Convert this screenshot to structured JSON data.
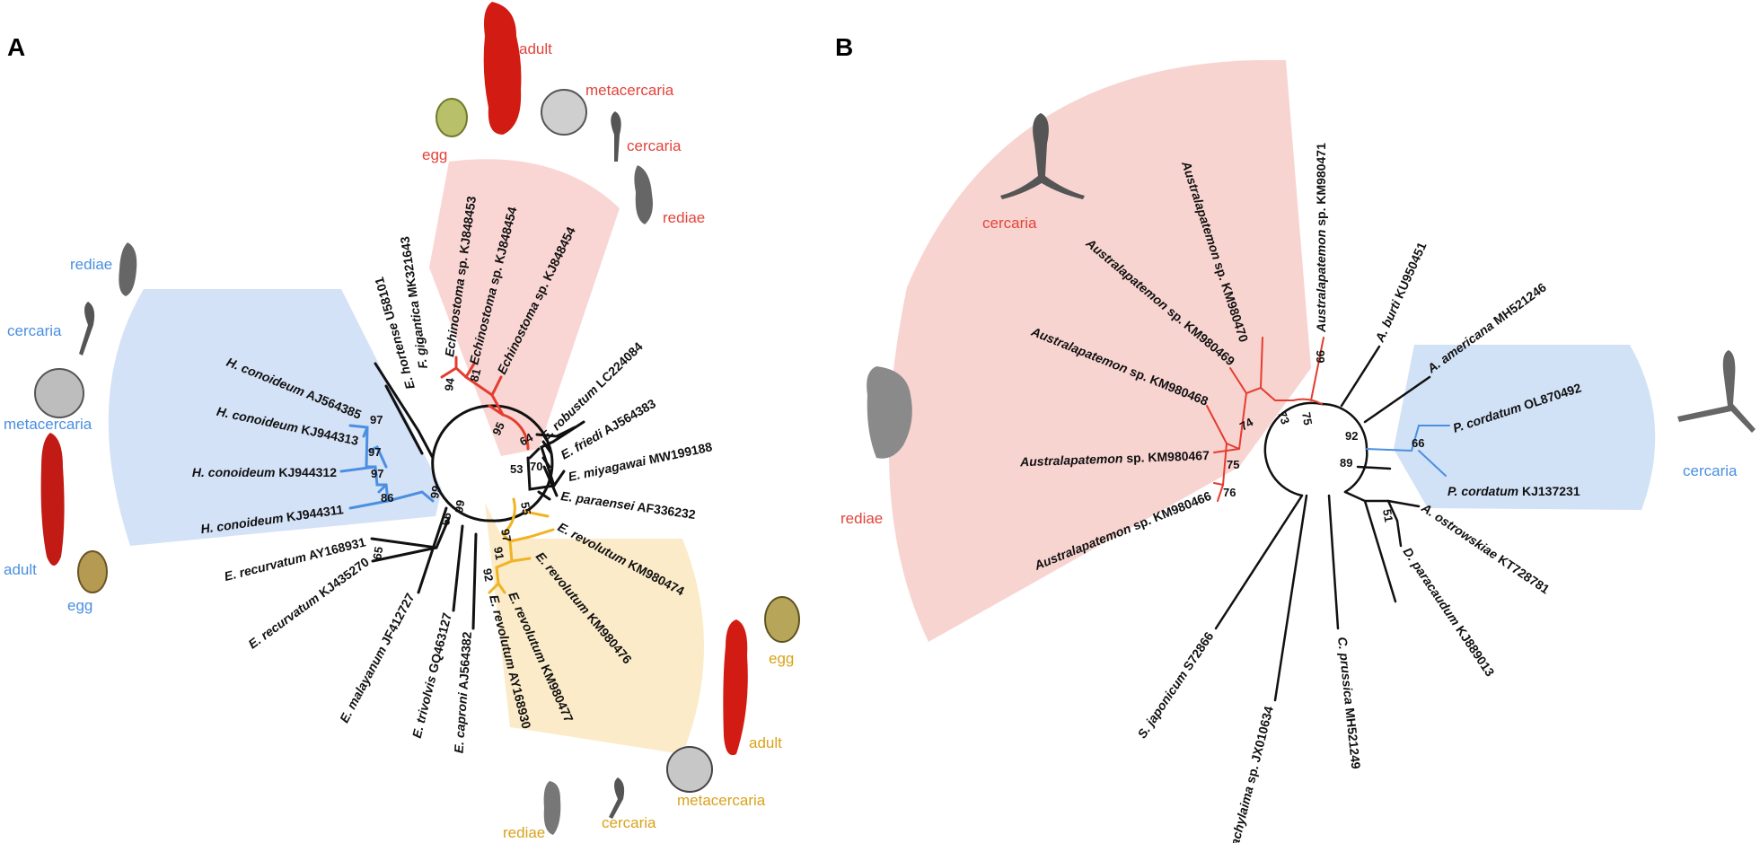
{
  "panels": {
    "a": "A",
    "b": "B"
  },
  "colors": {
    "red_clade": "#e53c2e",
    "red_fill": "#f8d2cf",
    "blue_clade": "#4a8fe0",
    "blue_fill": "#cfdff6",
    "yellow_clade": "#f0b323",
    "yellow_fill": "#fbe9c3",
    "stage_red": "#e2443b",
    "stage_blue": "#4a8fe0",
    "stage_yellow": "#d9a21b",
    "branch": "#111111"
  },
  "panel_a": {
    "leaves_red": [
      {
        "sp": "Echinostoma",
        "rest": " sp. KJ848453"
      },
      {
        "sp": "Echinostoma",
        "rest": " sp. KJ848454"
      },
      {
        "sp": "Echinostoma",
        "rest": " sp. KJ848454"
      }
    ],
    "leaves_black_top": [
      {
        "sp": "F. gigantica",
        "rest": " MK321643"
      },
      {
        "sp": "E. hortense",
        "rest": " U58101"
      },
      {
        "sp": "E. robustum",
        "rest": " LC224084"
      },
      {
        "sp": "E. friedi",
        "rest": " AJ564383"
      },
      {
        "sp": "E. miyagawai",
        "rest": " MW199188"
      },
      {
        "sp": "E. paraensei",
        "rest": " AF336232"
      }
    ],
    "leaves_blue": [
      {
        "sp": "H. conoideum",
        "rest": " AJ564385"
      },
      {
        "sp": "H. conoideum",
        "rest": " KJ944313"
      },
      {
        "sp": "H. conoideum",
        "rest": " KJ944312"
      },
      {
        "sp": "H. conoideum",
        "rest": " KJ944311"
      }
    ],
    "leaves_black_bottom": [
      {
        "sp": "E. recurvatum",
        "rest": " AY168931"
      },
      {
        "sp": "E. recurvatum",
        "rest": " KJ435270"
      },
      {
        "sp": "E. malayanum",
        "rest": " JF412727"
      },
      {
        "sp": "E. trivolvis",
        "rest": " GQ463127"
      },
      {
        "sp": "E. caproni",
        "rest": " AJ564382"
      }
    ],
    "leaves_yellow": [
      {
        "sp": "E. revolutum",
        "rest": " KM980474"
      },
      {
        "sp": "E. revolutum",
        "rest": " KM980476"
      },
      {
        "sp": "E. revolutum",
        "rest": " KM980477"
      },
      {
        "sp": "E. revolutum",
        "rest": " AY168930"
      }
    ],
    "bootstrap": [
      "94",
      "81",
      "95",
      "64",
      "70",
      "53",
      "97",
      "97",
      "97",
      "86",
      "99",
      "99",
      "66",
      "65",
      "55",
      "97",
      "91",
      "92"
    ],
    "stages_red": [
      "adult",
      "metacercaria",
      "egg",
      "cercaria",
      "rediae"
    ],
    "stages_blue": [
      "rediae",
      "cercaria",
      "metacercaria",
      "adult",
      "egg"
    ],
    "stages_yellow": [
      "egg",
      "adult",
      "metacercaria",
      "rediae",
      "cercaria"
    ]
  },
  "panel_b": {
    "leaves_red": [
      {
        "sp": "Australapatemon",
        "rest": " sp. KM980471"
      },
      {
        "sp": "Australapatemon",
        "rest": " sp. KM980470"
      },
      {
        "sp": "Australapatemon",
        "rest": " sp. KM980469"
      },
      {
        "sp": "Australapatemon",
        "rest": " sp. KM980468"
      },
      {
        "sp": "Australapatemon",
        "rest": " sp. KM980467"
      },
      {
        "sp": "Australapatemon",
        "rest": " sp. KM980466"
      }
    ],
    "leaves_black": [
      {
        "sp": "A. burti",
        "rest": " KU950451"
      },
      {
        "sp": "A. americana",
        "rest": " MH521246"
      },
      {
        "sp": "A. ostrowskiae",
        "rest": " KT728781"
      },
      {
        "sp": "D. paracaudum",
        "rest": " KJ889013"
      },
      {
        "sp": "C. prussica",
        "rest": " MH521249"
      },
      {
        "sp": "Brachylaima",
        "rest": " sp. JX010634"
      },
      {
        "sp": "S. japonicum",
        "rest": " S72866"
      }
    ],
    "leaves_blue": [
      {
        "sp": "P. cordatum",
        "rest": " OL870492"
      },
      {
        "sp": "P. cordatum",
        "rest": " KJ137231"
      }
    ],
    "bootstrap": [
      "99",
      "75",
      "73",
      "74",
      "75",
      "76",
      "92",
      "89",
      "66",
      "51"
    ],
    "stages_red": [
      "cercaria",
      "rediae"
    ],
    "stages_blue": [
      "cercaria"
    ]
  }
}
